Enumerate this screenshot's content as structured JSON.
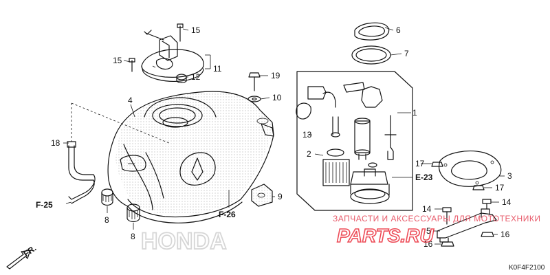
{
  "diagram": {
    "callouts": {
      "c1": "1",
      "c2": "2",
      "c3": "3",
      "c4": "4",
      "c5": "5",
      "c6": "6",
      "c7": "7",
      "c8a": "8",
      "c8b": "8",
      "c9": "9",
      "c10": "10",
      "c11": "11",
      "c12": "12",
      "c13": "13",
      "c14a": "14",
      "c14b": "14",
      "c15a": "15",
      "c15b": "15",
      "c16a": "16",
      "c16b": "16",
      "c17a": "17",
      "c17b": "17",
      "c18": "18",
      "c19": "19"
    },
    "refs": {
      "f25": "F-25",
      "f26": "F-26",
      "e23": "E-23"
    },
    "fr_label": "FR.",
    "brand_watermark": "HONDA",
    "diagram_code": "K0F4F2100"
  },
  "watermark": {
    "tagline": "ЗАПЧАСТИ И АКСЕССУАРЫ ДЛЯ МОТОТЕХНИКИ",
    "logo": "PARTS.RU"
  }
}
